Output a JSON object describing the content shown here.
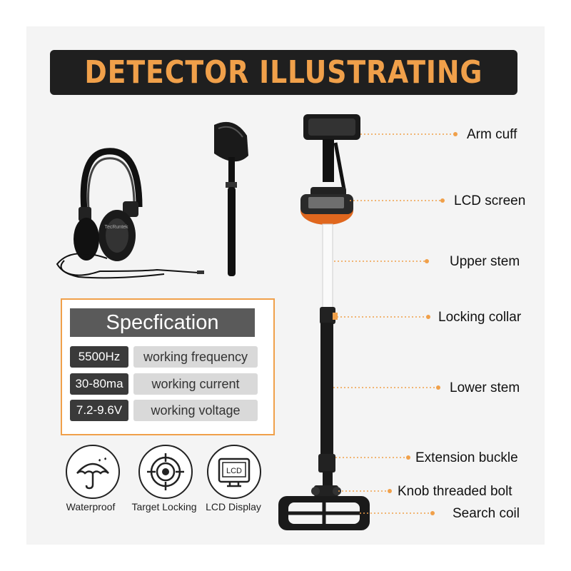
{
  "header": {
    "title": "DETECTOR ILLUSTRATING"
  },
  "accessories": {
    "headphone_brand": "TecRuntek"
  },
  "specification": {
    "title": "Specfication",
    "rows": [
      {
        "value": "5500Hz",
        "label": "working frequency"
      },
      {
        "value": "30-80ma",
        "label": "working current"
      },
      {
        "value": "7.2-9.6V",
        "label": "working voltage"
      }
    ]
  },
  "features": [
    {
      "label": "Waterproof",
      "icon": "umbrella-icon"
    },
    {
      "label": "Target Locking",
      "icon": "target-icon"
    },
    {
      "label": "LCD Display",
      "icon": "lcd-monitor-icon",
      "icon_text": "LCD"
    }
  ],
  "parts": [
    {
      "label": "Arm cuff"
    },
    {
      "label": "LCD screen"
    },
    {
      "label": "Upper stem"
    },
    {
      "label": "Locking collar"
    },
    {
      "label": "Lower stem"
    },
    {
      "label": "Extension buckle"
    },
    {
      "label": "Knob threaded bolt"
    },
    {
      "label": "Search coil"
    }
  ],
  "colors": {
    "accent": "#f0a04a",
    "dark": "#1f1f1f",
    "background": "#f4f4f4"
  }
}
